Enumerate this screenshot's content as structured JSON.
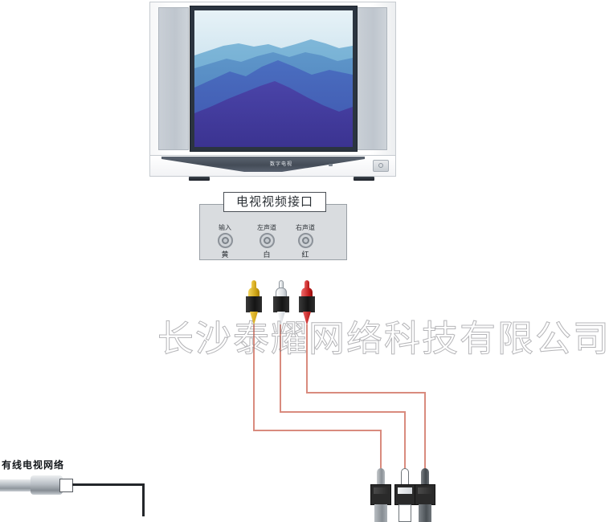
{
  "tv": {
    "brand_label": "数字电视",
    "power_icon": "power-icon",
    "screen_alt": "mountain-landscape"
  },
  "interface_panel": {
    "title": "电视视频接口",
    "jacks": [
      {
        "top_label": "输入",
        "bottom_label": "黄",
        "color": "#e8b819"
      },
      {
        "top_label": "左声道",
        "bottom_label": "白",
        "color": "#ffffff"
      },
      {
        "top_label": "右声道",
        "bottom_label": "红",
        "color": "#cf2222"
      }
    ]
  },
  "plugs_top": [
    {
      "name": "yellow-rca-plug",
      "color": "#e8b819"
    },
    {
      "name": "white-rca-plug",
      "color": "#ffffff"
    },
    {
      "name": "red-rca-plug",
      "color": "#cf2222"
    }
  ],
  "plugs_bottom": [
    {
      "name": "grey-rca-plug",
      "color": "#9a9fa4"
    },
    {
      "name": "white-rca-plug",
      "color": "#ffffff"
    },
    {
      "name": "dark-rca-plug",
      "color": "#4c5257"
    }
  ],
  "cable_source": {
    "label": "有线电视网络",
    "connector": "coax-f-connector"
  },
  "colors": {
    "wire": "#d98b7e",
    "coax_wire": "#23262a",
    "panel_bg": "#d9dcdf",
    "tv_shell": "#ffffff",
    "screen_sky": "#cfe3ee",
    "screen_deep": "#3a2f8f"
  },
  "watermark": {
    "text": "长沙泰耀网络科技有限公司"
  }
}
